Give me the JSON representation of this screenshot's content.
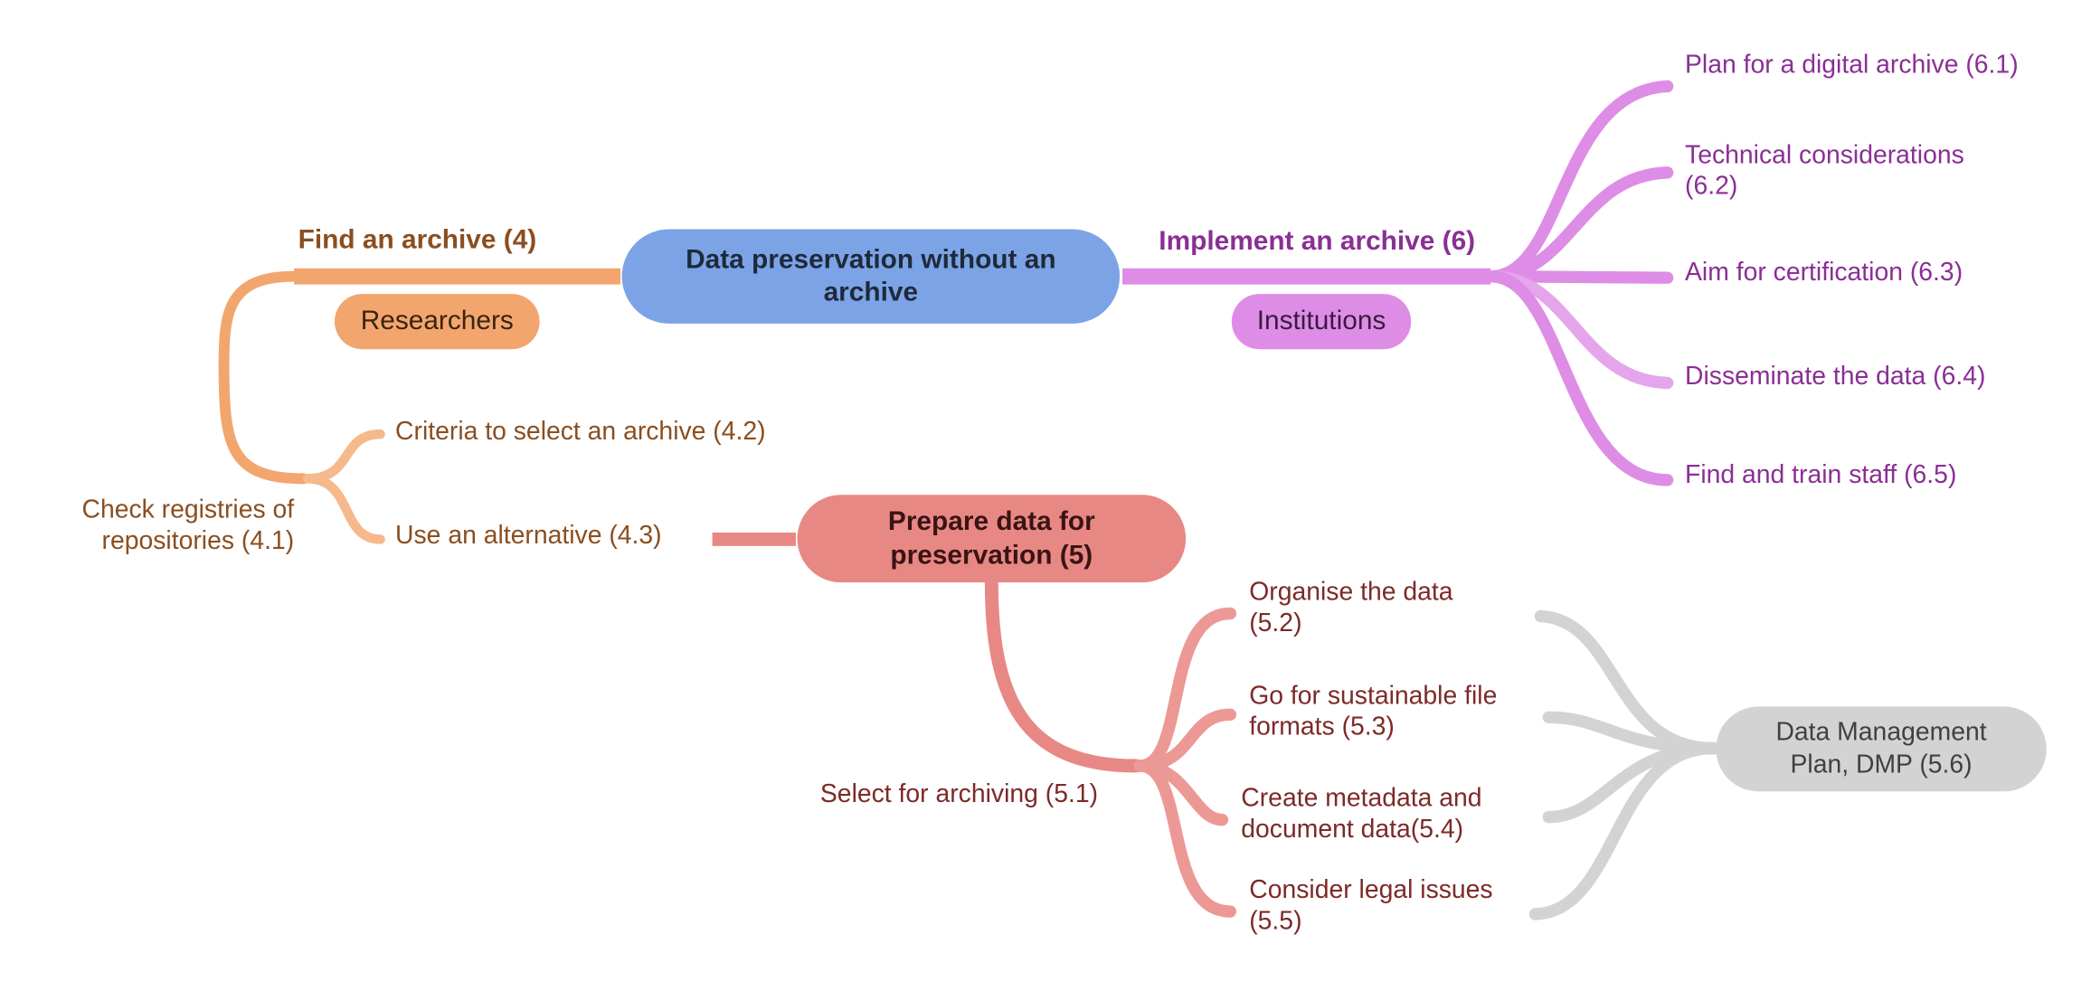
{
  "colors": {
    "orange_branch": "#f2a66e",
    "orange_text": "#8a4e20",
    "blue_center": "#7ca3e6",
    "pink_branch": "#de8de6",
    "pink_text": "#8a2f95",
    "red_branch": "#e88885",
    "red_text": "#7c2a28",
    "gray_branch": "#d3d3d3",
    "gray_text": "#404040"
  },
  "center": {
    "title": "Data preservation without an archive"
  },
  "find_archive": {
    "title": "Find an archive (4)",
    "audience": "Researchers",
    "check_registries": "Check registries of repositories (4.1)",
    "criteria": "Criteria to select an archive (4.2)",
    "alternative": "Use an alternative (4.3)"
  },
  "implement_archive": {
    "title": "Implement an archive (6)",
    "audience": "Institutions",
    "items": [
      "Plan for a digital archive (6.1)",
      "Technical considerations (6.2)",
      "Aim for certification (6.3)",
      "Disseminate the data (6.4)",
      "Find and train staff (6.5)"
    ]
  },
  "prepare_data": {
    "title": "Prepare data for preservation (5)",
    "select": "Select for archiving (5.1)",
    "items": [
      "Organise the data (5.2)",
      "Go for sustainable file formats (5.3)",
      "Create metadata and document data(5.4)",
      "Consider legal issues (5.5)"
    ],
    "dmp": "Data Management Plan, DMP (5.6)"
  }
}
